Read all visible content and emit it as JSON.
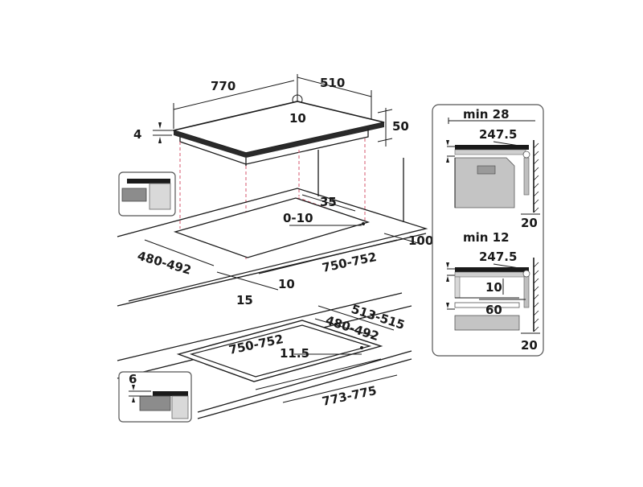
{
  "diagram": {
    "hob_top": {
      "width": "770",
      "depth": "510",
      "corner_gap": "10",
      "glass_thickness": "4",
      "body_height": "50"
    },
    "cutout_standard": {
      "depth": "480-492",
      "width": "750-752",
      "rear_clearance": "100",
      "rear_offset": "35",
      "tolerance": "0-10",
      "side_offset": "10",
      "front_offset": "15"
    },
    "cutout_flush": {
      "outer_depth": "513-515",
      "inner_depth": "480-492",
      "inner_width": "750-752",
      "outer_width": "773-775",
      "radius": "11.5"
    },
    "inset_flush_depth": "6",
    "side_panel_top": {
      "min_label": "min 28",
      "depth": "247.5",
      "wall_gap": "20"
    },
    "side_panel_bottom": {
      "min_label": "min 12",
      "depth": "247.5",
      "gap": "10",
      "shelf": "60",
      "wall_gap": "20"
    }
  }
}
